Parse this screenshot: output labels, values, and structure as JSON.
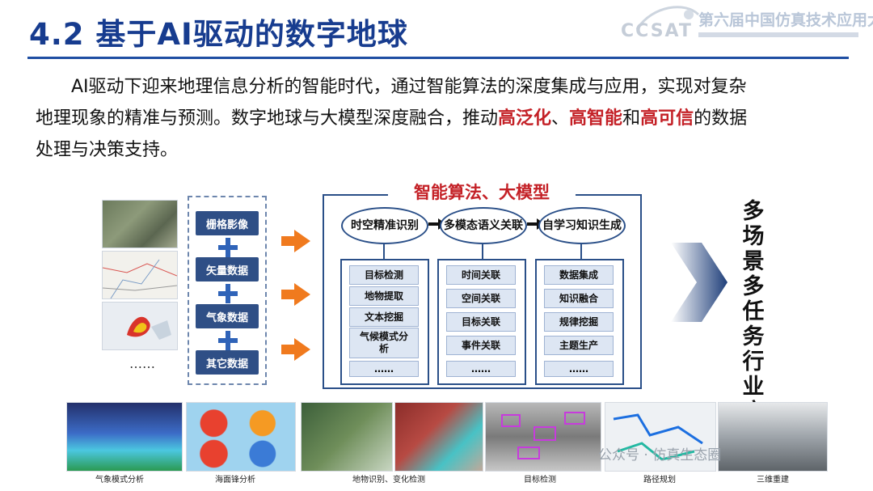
{
  "header": {
    "title": "4.2 基于AI驱动的数字地球",
    "logo_text": "第六届中国仿真技术应用大会",
    "logo_mark": "CCSAT"
  },
  "intro": {
    "line1": "AI驱动下迎来地理信息分析的智能时代，通过智能算法的深度集成与应用，实现对复杂",
    "line2_a": "地理现象的精准与预测。数字地球与大模型深度融合，推动",
    "hl1": "高泛化",
    "sep1": "、",
    "hl2": "高智能",
    "sep2": "和",
    "hl3": "高可信",
    "line2_b": "的数据",
    "line3": "处理与决策支持。"
  },
  "inputs": {
    "ellipsis": "……",
    "items": [
      "栅格影像",
      "矢量数据",
      "气象数据",
      "其它数据"
    ]
  },
  "model": {
    "title": "智能算法、大模型",
    "stages": [
      "时空精准识别",
      "多模态语义关联",
      "自学习知识生成"
    ],
    "col1": [
      "目标检测",
      "地物提取",
      "文本挖掘",
      "气候模式分析",
      "……"
    ],
    "col2": [
      "时间关联",
      "空间关联",
      "目标关联",
      "事件关联",
      "……"
    ],
    "col3": [
      "数据集成",
      "知识融合",
      "规律挖掘",
      "主题生产",
      "……"
    ]
  },
  "output": {
    "label": "多场景多任务行业应用"
  },
  "gallery": {
    "captions": [
      "气象模式分析",
      "海面锋分析",
      "地物识别、变化检测",
      "目标检测",
      "路径规划",
      "三维重建"
    ]
  },
  "watermark": "公众号 · 仿真生态圈",
  "colors": {
    "title_blue": "#173c8f",
    "highlight_red": "#c42127",
    "input_button": "#2f4f86",
    "arrow_orange": "#f07a1e"
  }
}
